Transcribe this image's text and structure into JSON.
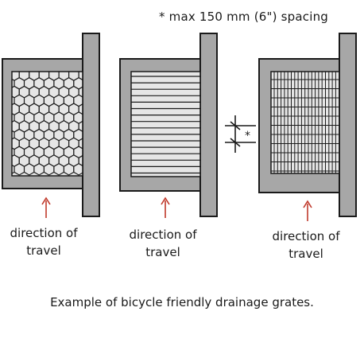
{
  "spacing_note": "* max 150 mm (6\") spacing",
  "dimension_mark": "*",
  "caption": "Example of bicycle friendly drainage grates.",
  "grates": [
    {
      "type": "hexagonal",
      "label_line1": "direction of",
      "label_line2": "travel"
    },
    {
      "type": "horizontal-bars",
      "label_line1": "direction of",
      "label_line2": "travel"
    },
    {
      "type": "grid",
      "label_line1": "direction of",
      "label_line2": "travel"
    }
  ],
  "colors": {
    "grate_fill": "#a7a7a7",
    "grate_inner": "#e6e6e6",
    "outline": "#1a1a1a",
    "arrow": "#c0392b"
  }
}
